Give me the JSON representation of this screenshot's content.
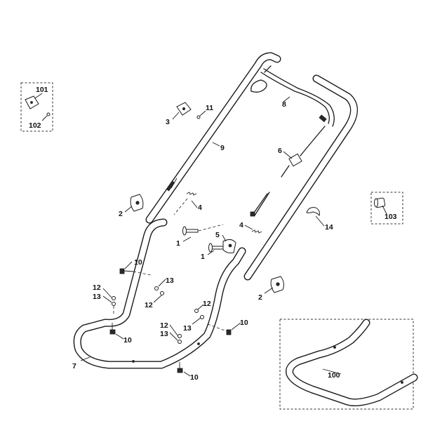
{
  "diagram": {
    "callouts": {
      "c101": "101",
      "c102": "102",
      "c103": "103",
      "c100": "100",
      "c3": "3",
      "c11": "11",
      "c9": "9",
      "c8": "8",
      "c6": "6",
      "c2a": "2",
      "c2b": "2",
      "c4a": "4",
      "c4b": "4",
      "c1a": "1",
      "c1b": "1",
      "c5": "5",
      "c14": "14",
      "c10a": "10",
      "c10b": "10",
      "c10c": "10",
      "c10d": "10",
      "c12a": "12",
      "c12b": "12",
      "c12c": "12",
      "c12d": "12",
      "c13a": "13",
      "c13b": "13",
      "c13c": "13",
      "c13d": "13",
      "c7": "7"
    }
  }
}
